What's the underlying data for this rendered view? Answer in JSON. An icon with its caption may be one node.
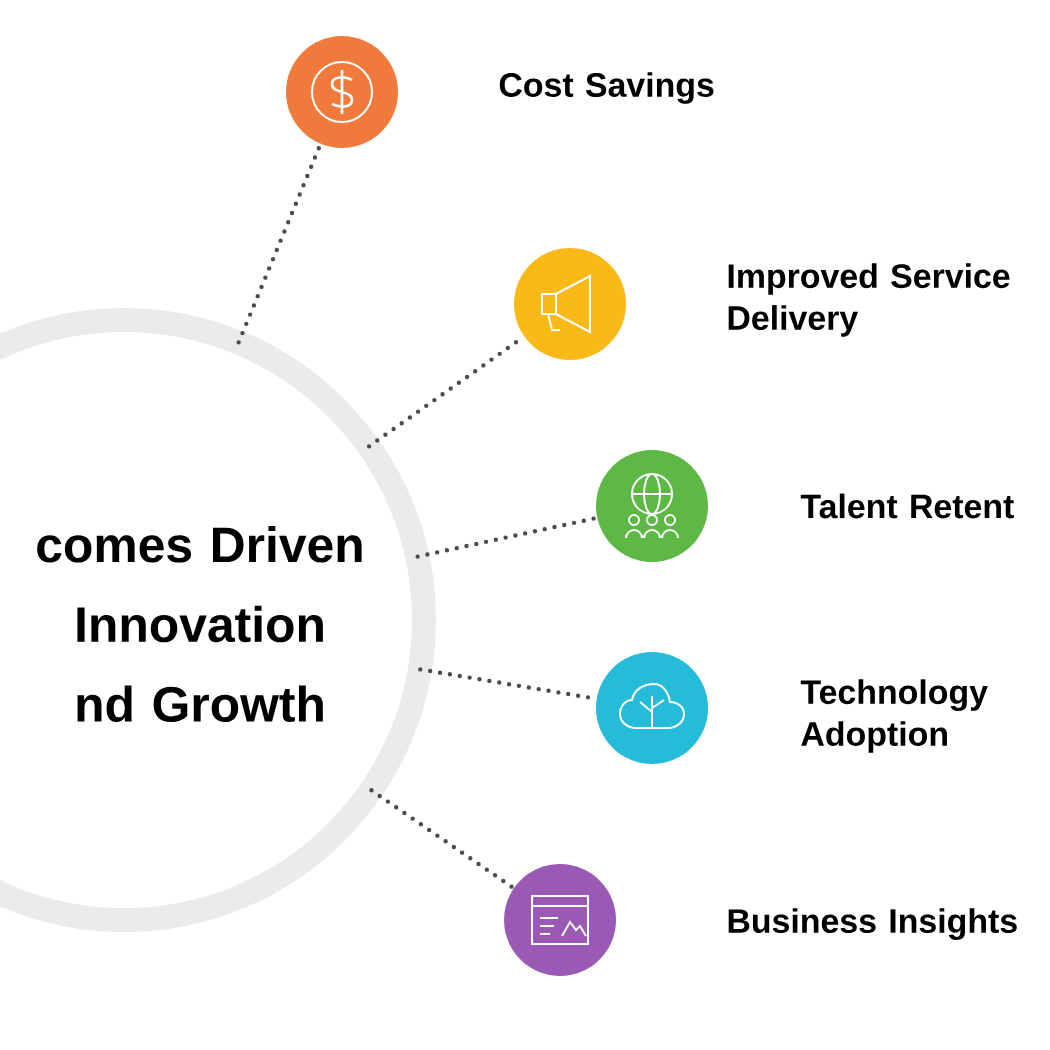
{
  "diagram": {
    "nodes": [
      {
        "text": [
          "comes Driven Innovation nd Growth"
        ]
      },
      {
        "text": [],
        "shape": "circle",
        "beside": [
          "Cost Savings"
        ]
      },
      {
        "text": [],
        "shape": "circle",
        "beside": [
          "Improved Service Delivery"
        ]
      },
      {
        "text": [],
        "shape": "circle",
        "beside": [
          "Talent Retent"
        ]
      },
      {
        "text": [],
        "shape": "circle",
        "beside": [
          "Technology Adoption"
        ]
      },
      {
        "text": [],
        "shape": "circle",
        "beside": [
          "Business Insights"
        ]
      }
    ],
    "edges": [
      {
        "from": 0,
        "to": 1,
        "arrow": "none"
      },
      {
        "from": 0,
        "to": 2,
        "arrow": "none"
      },
      {
        "from": 0,
        "to": 3,
        "arrow": "none"
      },
      {
        "from": 0,
        "to": 4,
        "arrow": "none"
      },
      {
        "from": 0,
        "to": 5,
        "arrow": "none"
      }
    ]
  }
}
